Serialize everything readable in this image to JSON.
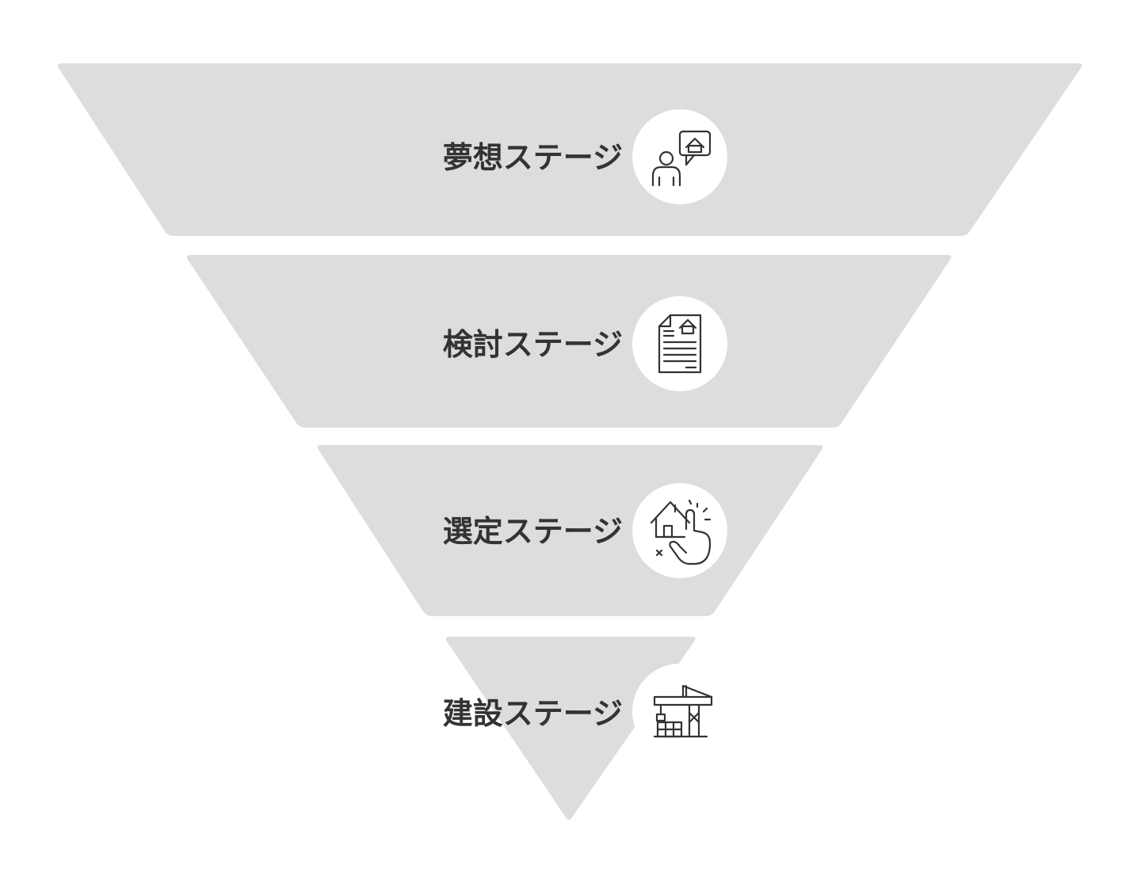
{
  "funnel": {
    "colors": {
      "band": "#dddddd",
      "badge": "#ffffff",
      "text": "#333333",
      "icon": "#333333"
    },
    "stages": [
      {
        "label": "夢想ステージ",
        "icon": "person-house-speech-bubble-icon"
      },
      {
        "label": "検討ステージ",
        "icon": "house-document-icon"
      },
      {
        "label": "選定ステージ",
        "icon": "house-hand-tap-icon"
      },
      {
        "label": "建設ステージ",
        "icon": "construction-crane-icon"
      }
    ]
  }
}
